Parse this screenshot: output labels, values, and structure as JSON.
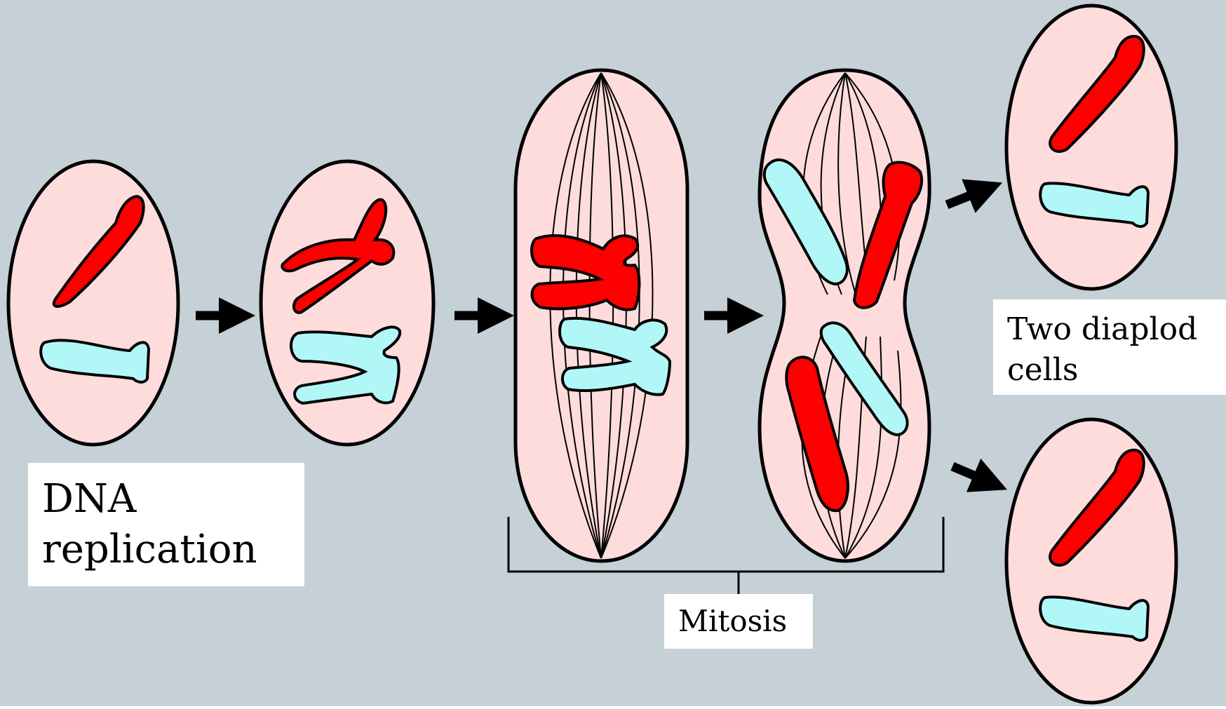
{
  "diagram": {
    "background_color": "#c5d0d7",
    "cell_fill": "#ffdcdc",
    "outline_color": "#000000",
    "chromosome_colors": {
      "red": "#ff0000",
      "blue": "#b2f7f7"
    },
    "labels": {
      "dna_line1": "DNA",
      "dna_line2": "replication",
      "two_line1": "Two diaplod",
      "two_line2": "cells",
      "mitosis": "Mitosis"
    }
  }
}
